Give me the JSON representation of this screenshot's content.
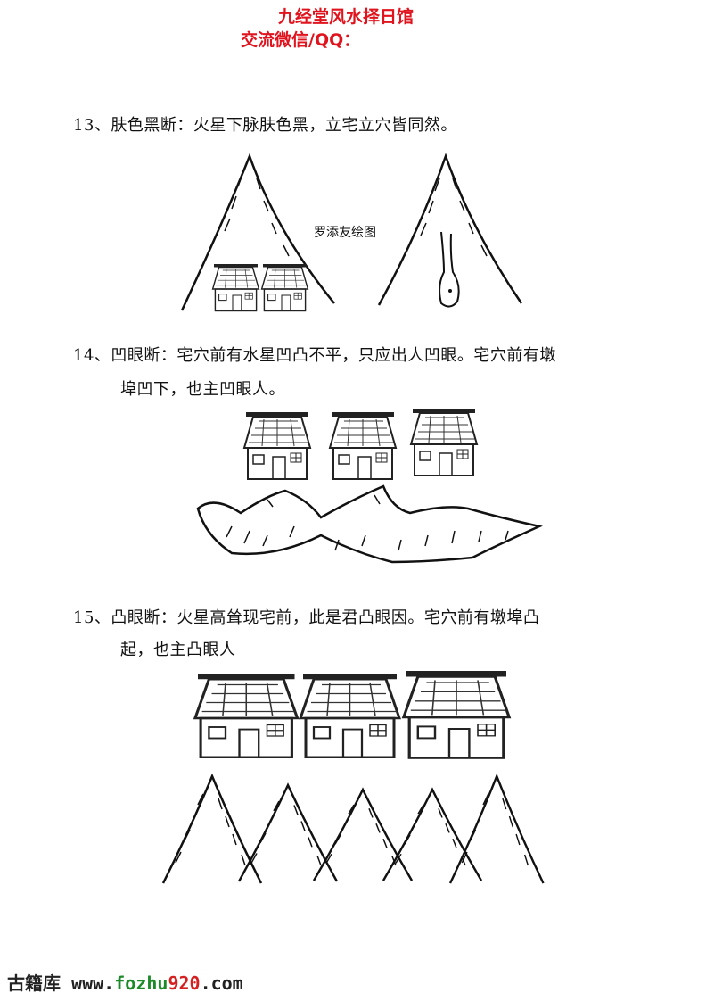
{
  "header": {
    "title": "九经堂风水择日馆",
    "contact": "交流微信/QQ："
  },
  "sections": [
    {
      "lines": [
        "13、肤色黑断：火星下脉肤色黑，立宅立穴皆同然。"
      ],
      "figure_credit": "罗添友绘图"
    },
    {
      "lines": [
        "14、凹眼断：宅穴前有水星凹凸不平，只应出人凹眼。宅穴前有墩",
        "埠凹下，也主凹眼人。"
      ]
    },
    {
      "lines": [
        "15、凸眼断：火星高耸现宅前，此是君凸眼因。宅穴前有墩埠凸",
        "起，也主凸眼人"
      ]
    }
  ],
  "footer": {
    "site_cn": "古籍库",
    "prefix": "www.",
    "mid": "fozhu",
    "num": "920",
    "suffix": ".com"
  },
  "colors": {
    "header": "#e0141e",
    "footer_green": "#1d8a2a",
    "footer_red": "#d42020"
  }
}
